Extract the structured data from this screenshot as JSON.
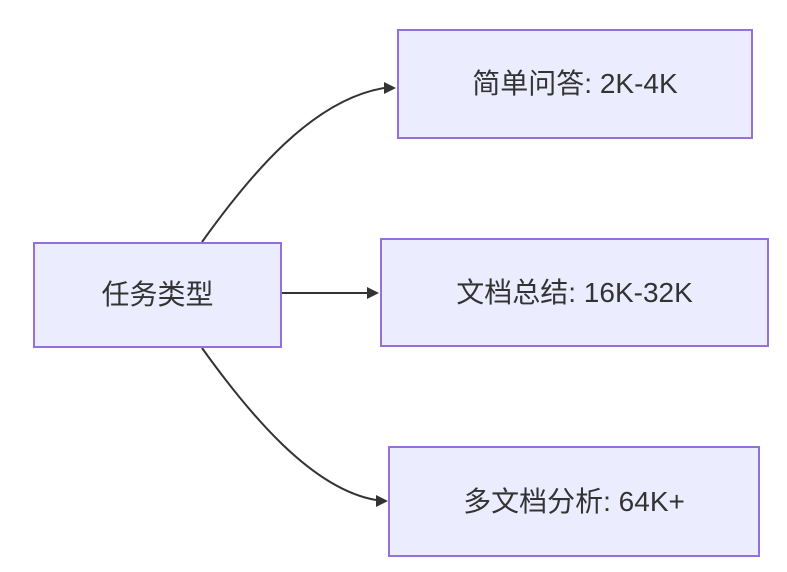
{
  "diagram": {
    "type": "flowchart",
    "direction": "left-to-right",
    "root": {
      "id": "task-type",
      "label": "任务类型"
    },
    "branches": [
      {
        "id": "simple-qa",
        "label": "简单问答: 2K-4K"
      },
      {
        "id": "doc-summary",
        "label": "文档总结: 16K-32K"
      },
      {
        "id": "multi-doc",
        "label": "多文档分析: 64K+"
      }
    ],
    "edges": [
      {
        "from": "task-type",
        "to": "simple-qa"
      },
      {
        "from": "task-type",
        "to": "doc-summary"
      },
      {
        "from": "task-type",
        "to": "multi-doc"
      }
    ],
    "colors": {
      "node_fill": "#ECECFF",
      "node_border": "#9370DB",
      "edge_stroke": "#333333",
      "text": "#333333",
      "background": "#FFFFFF"
    }
  }
}
